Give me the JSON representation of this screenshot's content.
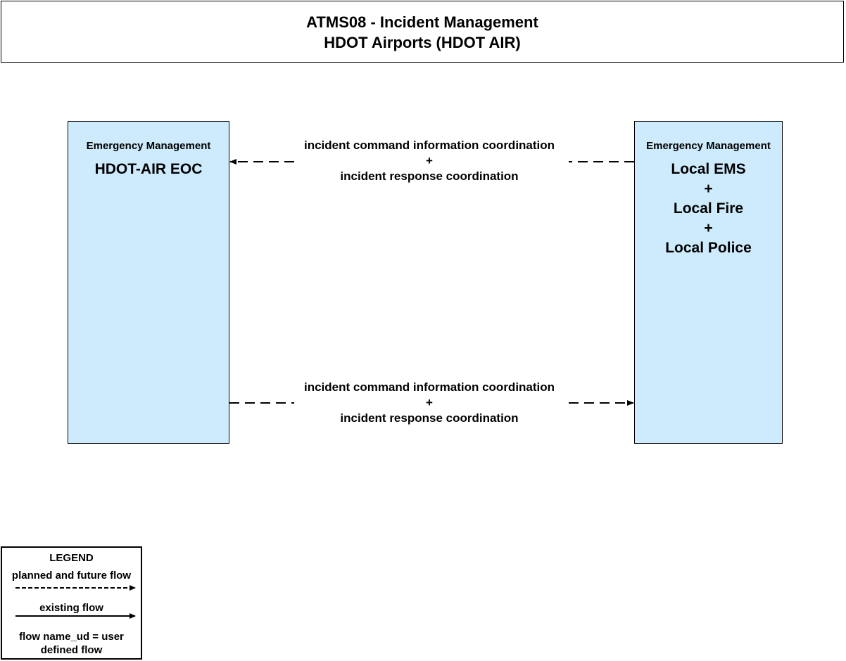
{
  "header": {
    "title_line1": "ATMS08 - Incident Management",
    "title_line2": "HDOT Airports (HDOT AIR)"
  },
  "nodes": {
    "left": {
      "category": "Emergency Management",
      "name": "HDOT-AIR EOC"
    },
    "right": {
      "category": "Emergency Management",
      "names": [
        "Local EMS",
        "+",
        "Local Fire",
        "+",
        "Local Police"
      ]
    }
  },
  "flows": [
    {
      "direction": "right-to-left",
      "style": "planned and future flow",
      "lines": [
        "incident command information coordination",
        "+",
        "incident response coordination"
      ]
    },
    {
      "direction": "left-to-right",
      "style": "planned and future flow",
      "lines": [
        "incident command information coordination",
        "+",
        "incident response coordination"
      ]
    }
  ],
  "legend": {
    "title": "LEGEND",
    "planned": "planned and future flow",
    "existing": "existing flow",
    "user_defined": "flow name_ud = user defined flow"
  },
  "colors": {
    "node_fill": "#cdebfc",
    "line": "#000000"
  }
}
